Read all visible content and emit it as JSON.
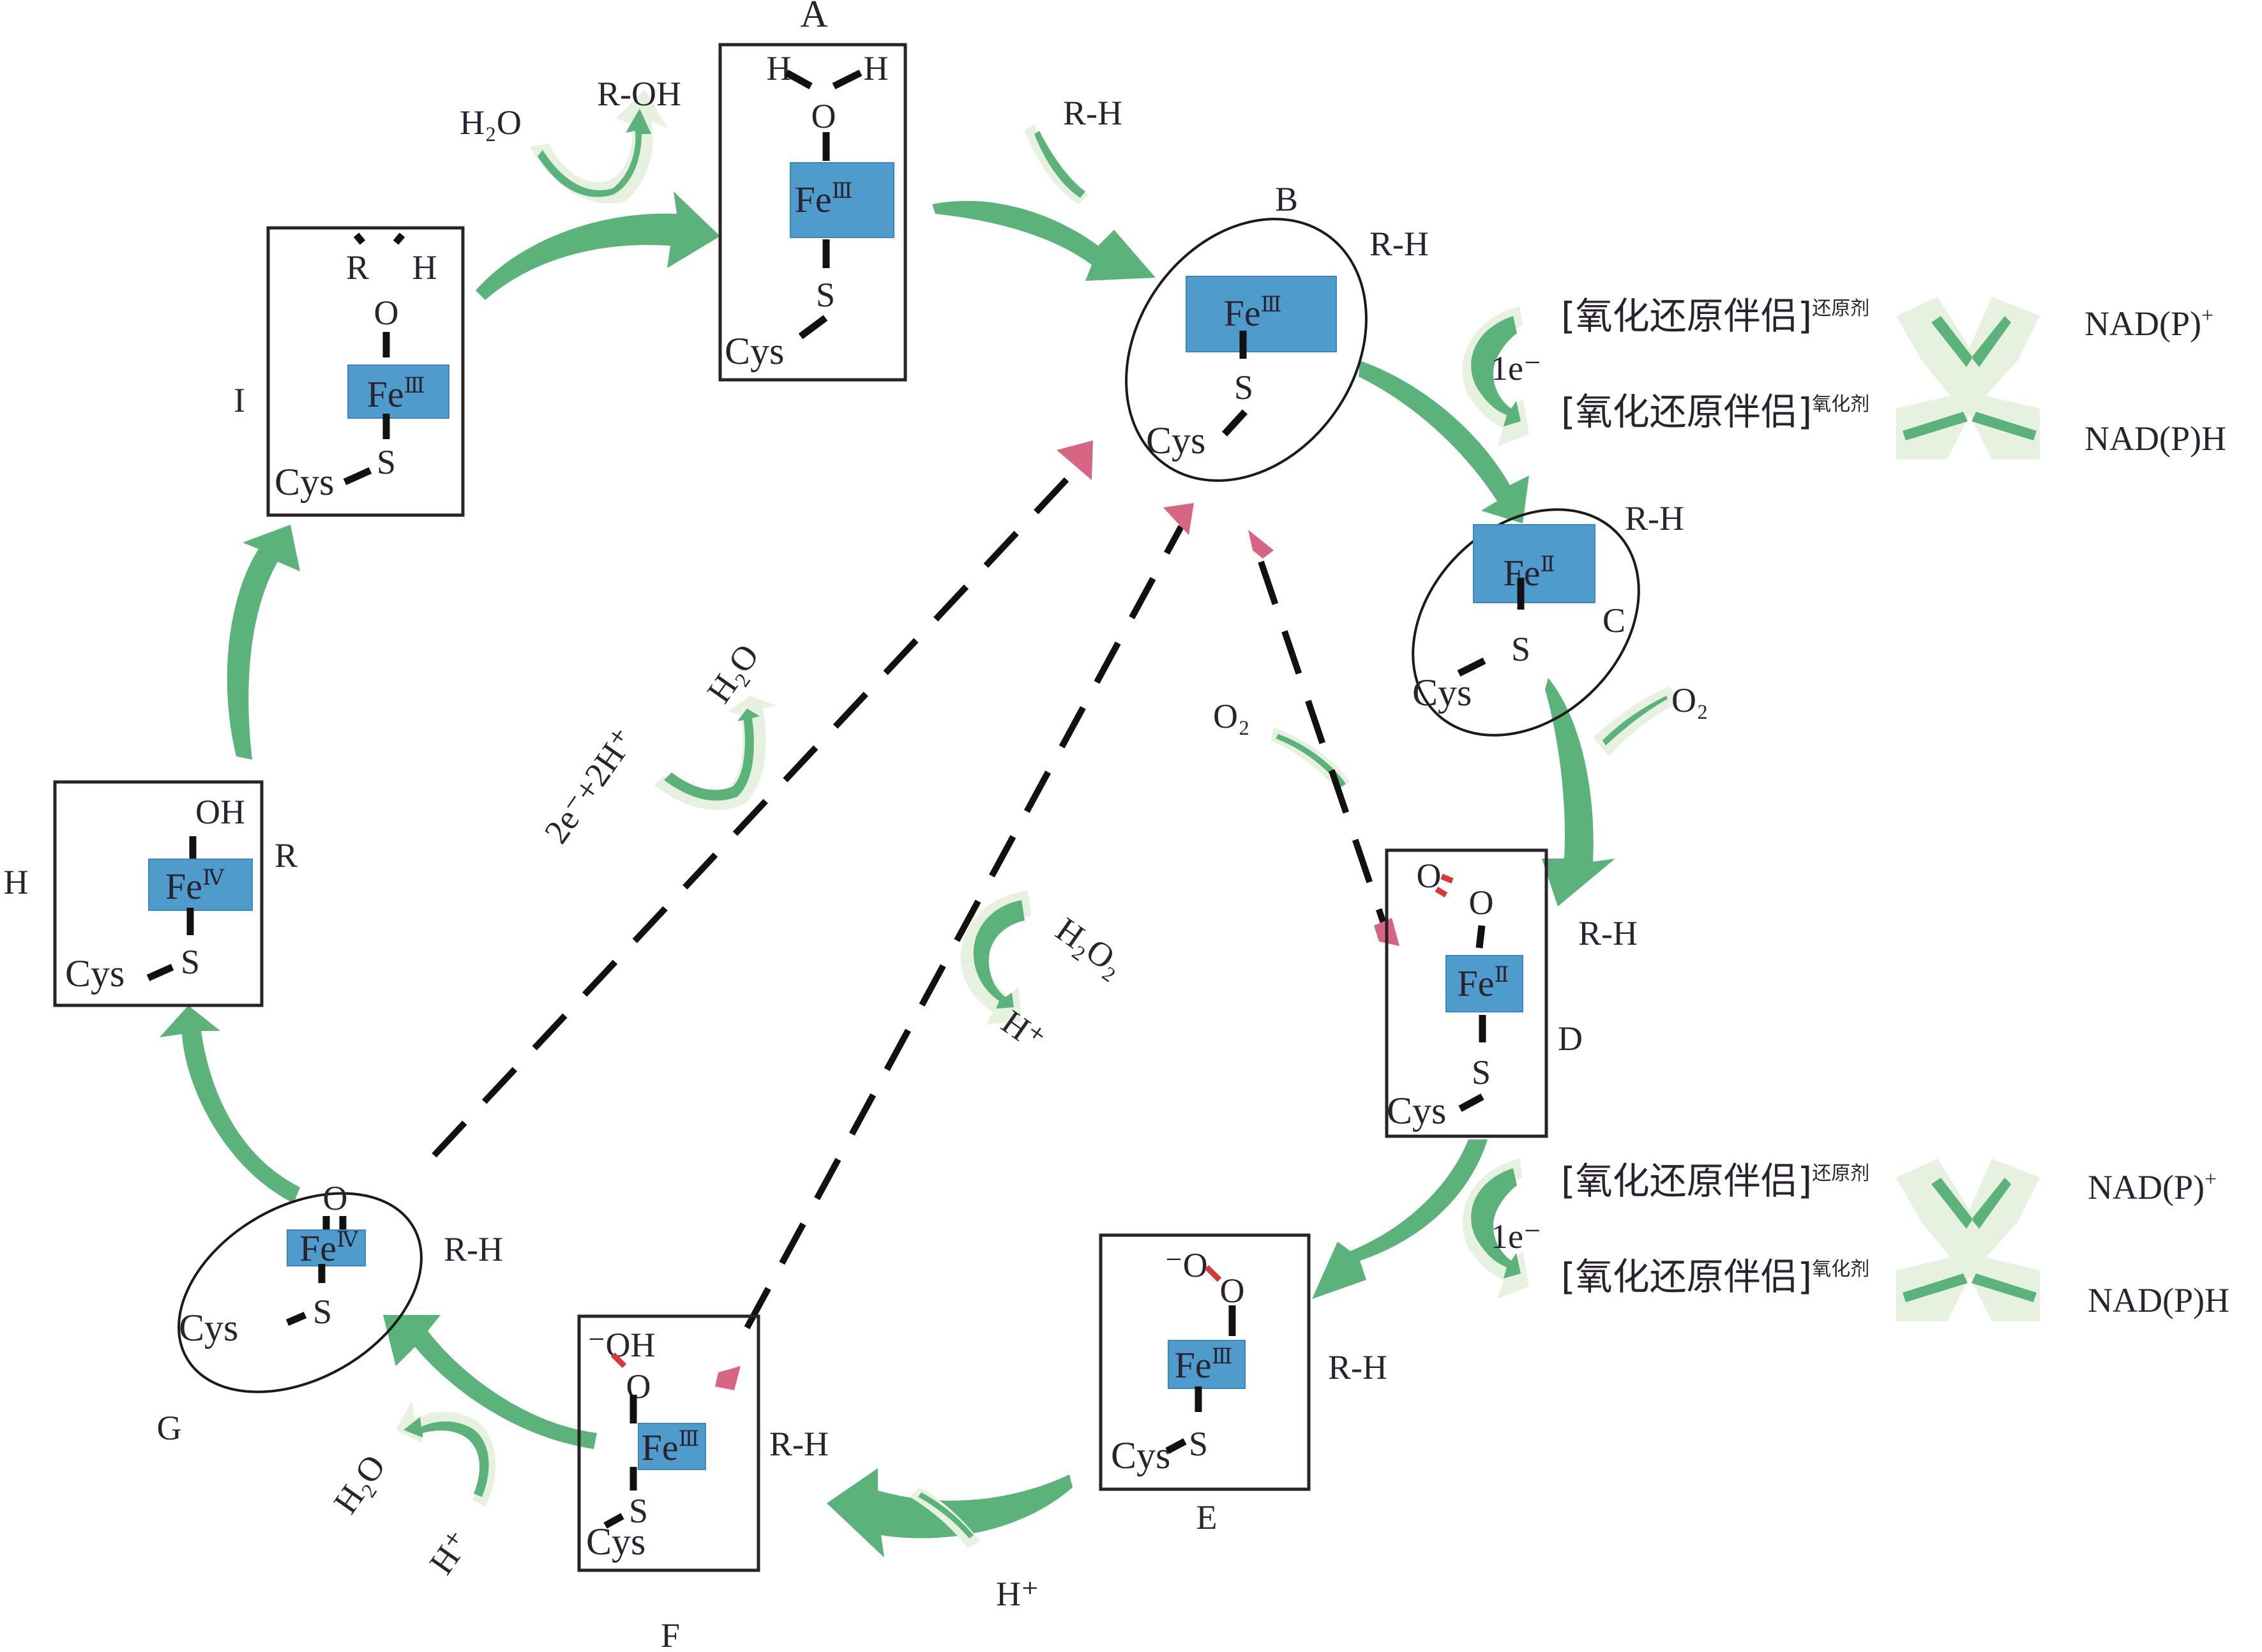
{
  "diagram": {
    "title": "Cytochrome P450 catalytic cycle",
    "colors": {
      "main_arrow": "#5bb27a",
      "halo_arrow": "#e6f2df",
      "iron_box": "#4f9bcb",
      "shunt_arrowhead": "#d56582",
      "peroxo_bond": "#d8383a",
      "text": "#2b2230"
    },
    "states": [
      {
        "id": "A",
        "label": "A",
        "iron": "Fe",
        "oxidation": "Ⅲ",
        "ligand": "H-O-H",
        "top_atoms": [
          "H",
          "H",
          "O"
        ],
        "thiolate": [
          "S",
          "Cys"
        ],
        "shape": "box"
      },
      {
        "id": "B",
        "label": "B",
        "iron": "Fe",
        "oxidation": "Ⅲ",
        "substrate": "R-H",
        "thiolate": [
          "S",
          "Cys"
        ],
        "shape": "ellipse"
      },
      {
        "id": "C",
        "label": "C",
        "iron": "Fe",
        "oxidation": "Ⅱ",
        "substrate": "R-H",
        "thiolate": [
          "S",
          "Cys"
        ],
        "shape": "ellipse"
      },
      {
        "id": "D",
        "label": "D",
        "iron": "Fe",
        "oxidation": "Ⅱ",
        "substrate": "R-H",
        "top_atoms": [
          "O",
          "O"
        ],
        "thiolate": [
          "S",
          "Cys"
        ],
        "shape": "box"
      },
      {
        "id": "E",
        "label": "E",
        "iron": "Fe",
        "oxidation": "Ⅲ",
        "substrate": "R-H",
        "top_atoms": [
          "⁻O",
          "O"
        ],
        "thiolate": [
          "S",
          "Cys"
        ],
        "shape": "box"
      },
      {
        "id": "F",
        "label": "F",
        "iron": "Fe",
        "oxidation": "Ⅲ",
        "substrate": "R-H",
        "top_atoms": [
          "⁻OH",
          "O"
        ],
        "thiolate": [
          "S",
          "Cys"
        ],
        "shape": "box"
      },
      {
        "id": "G",
        "label": "G",
        "iron": "Fe",
        "oxidation": "Ⅳ",
        "substrate": "R-H",
        "top_atoms": [
          "O"
        ],
        "thiolate": [
          "S",
          "Cys"
        ],
        "shape": "ellipse"
      },
      {
        "id": "H",
        "label": "H",
        "iron": "Fe",
        "oxidation": "Ⅳ",
        "side_label": "R",
        "top_atoms": [
          "OH"
        ],
        "thiolate": [
          "S",
          "Cys"
        ],
        "shape": "box"
      },
      {
        "id": "I",
        "label": "I",
        "iron": "Fe",
        "oxidation": "Ⅲ",
        "top_atoms": [
          "R",
          "H",
          "O"
        ],
        "thiolate": [
          "S",
          "Cys"
        ],
        "shape": "box"
      }
    ],
    "reagents": {
      "a_to_b_in": "R-H",
      "i_to_a_in": "H₂O",
      "i_to_a_out": "R-OH",
      "b_to_c_electron": "1e⁻",
      "c_to_d_in": "O₂",
      "d_to_e_electron": "1e⁻",
      "e_to_f_in": "H⁺",
      "f_to_g_in": "H⁺",
      "f_to_g_out": "H₂O",
      "shunt_o2": "O₂",
      "shunt_h2o2": "H₂O₂",
      "shunt_h2o2_h": "H⁺",
      "shunt_2e": "2e⁻+2H⁺",
      "shunt_h2o": "H₂O"
    },
    "redox_partner": {
      "reduced_main": "[氧化还原伴侣]",
      "reduced_sup": "还原剂",
      "oxidized_main": "[氧化还原伴侣]",
      "oxidized_sup": "氧化剂",
      "nad_oxidized": "NAD(P)",
      "nad_oxidized_sup": "+",
      "nad_reduced": "NAD(P)H"
    }
  }
}
